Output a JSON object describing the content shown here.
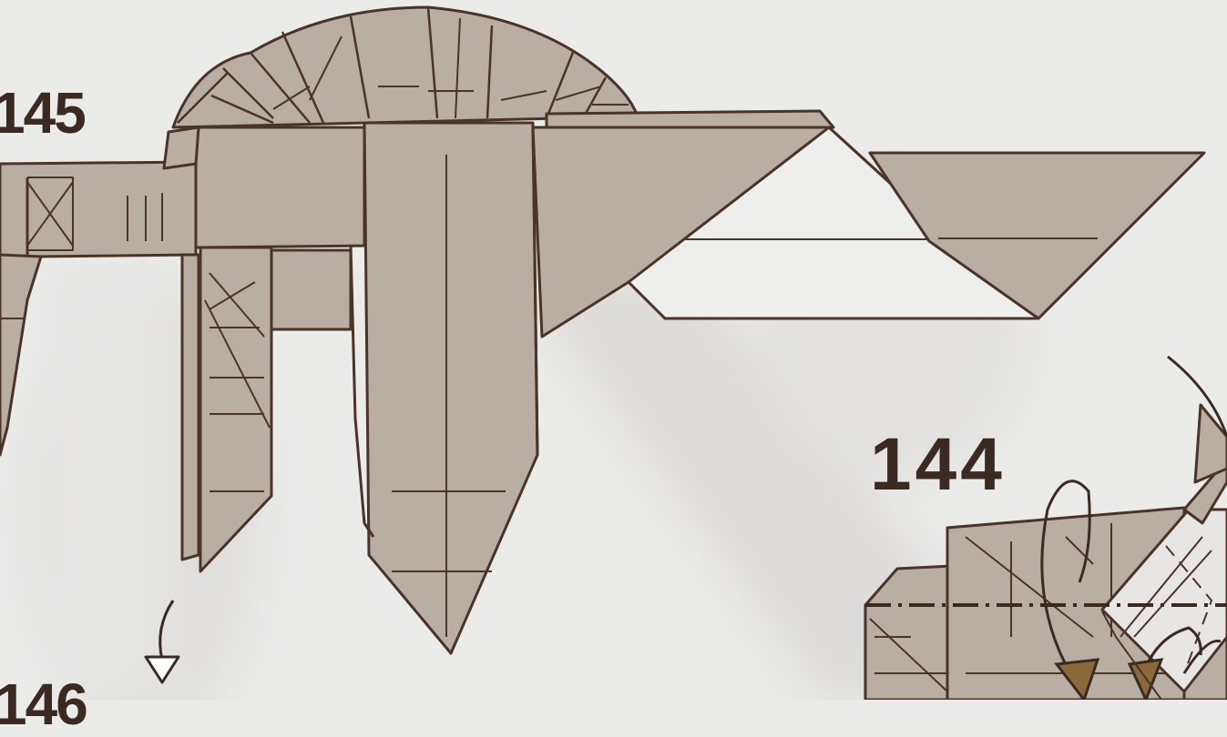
{
  "steps": {
    "step_145": "145",
    "step_144": "144",
    "step_146": "146"
  },
  "colors": {
    "paper_background": "#ebebea",
    "model_paper": "#b9aea4",
    "model_paper_dark": "#a89a8e",
    "fold_line": "#4a3328",
    "arrow_outline": "#3a2a22",
    "arrow_brown": "#8a6a3a"
  }
}
